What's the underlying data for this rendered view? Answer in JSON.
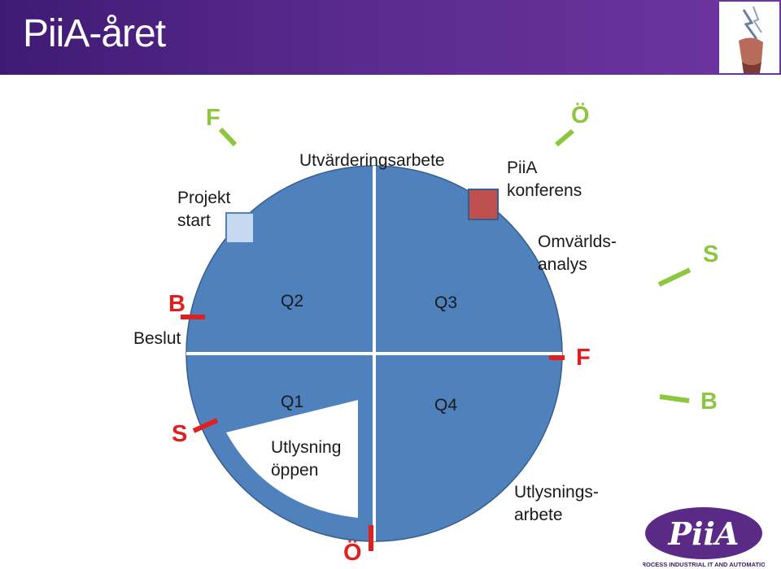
{
  "header": {
    "title": "PiiA-året"
  },
  "colors": {
    "header": "#5a2a8f",
    "wheel": "#4f81bd",
    "marker_red": "#e0201f",
    "marker_green": "#8dc63f",
    "letter_red": "#e0201f",
    "letter_green": "#8dc63f",
    "box_light": "#c6d9f1",
    "box_red": "#c0504d"
  },
  "quadrants": {
    "q1": "Q1",
    "q2": "Q2",
    "q3": "Q3",
    "q4": "Q4"
  },
  "labels": {
    "utvardering": "Utvärderingsarbete",
    "projekt_start": "Projekt\nstart",
    "piia_konferens": "PiiA\nkonferens",
    "omvarldsanalys": "Omvärlds-\nanalys",
    "beslut": "Beslut",
    "utlysning_oppen": "Utlysning\nöppen",
    "utlysningsarbete": "Utlysnings-\narbete"
  },
  "letters": {
    "inner_b": "B",
    "inner_s": "S",
    "inner_o": "Ö",
    "inner_f": "F",
    "outer_f": "F",
    "outer_o": "Ö",
    "outer_s": "S",
    "outer_b": "B"
  },
  "logo": {
    "text": "PiiA",
    "tagline": "PROCESS INDUSTRIAL IT AND AUTOMATION"
  }
}
